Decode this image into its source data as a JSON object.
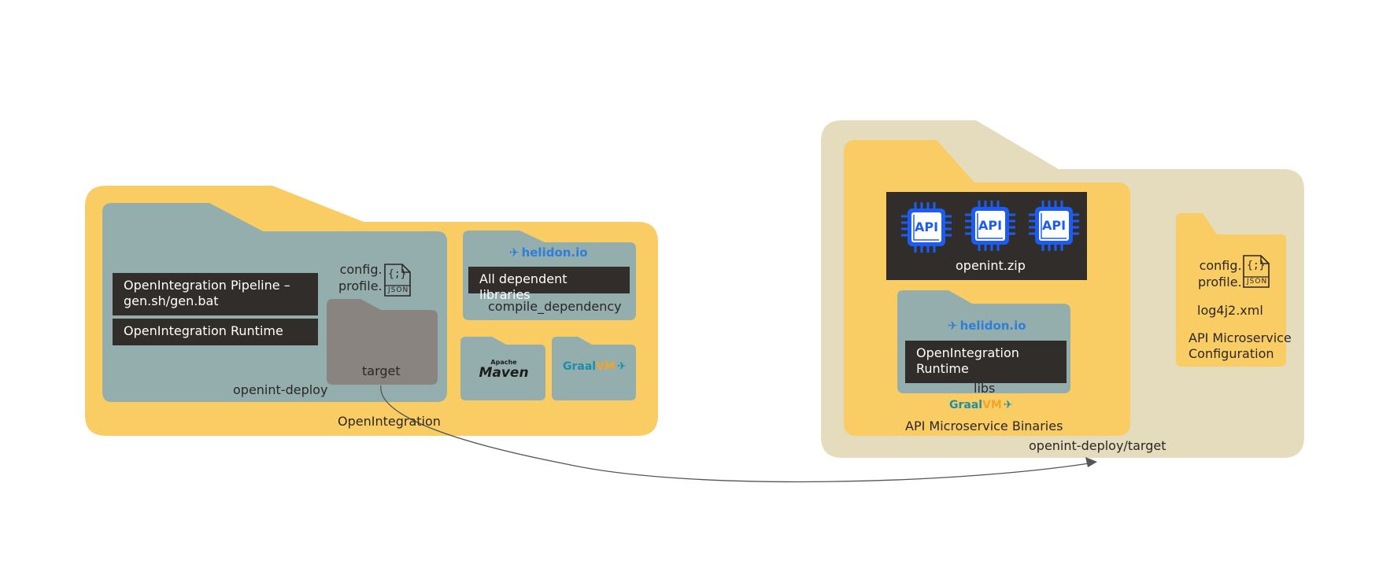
{
  "source": {
    "root_label": "OpenIntegration",
    "deploy": {
      "label": "openint-deploy",
      "pipeline_label": "OpenIntegration Pipeline – gen.sh/gen.bat",
      "pipeline_line1": "OpenIntegration Pipeline –",
      "pipeline_line2": "gen.sh/gen.bat",
      "runtime_label": "OpenIntegration Runtime",
      "config_line1": "config.",
      "config_line2": "profile.",
      "json_icon_text": "JSON",
      "json_icon_braces": "{;}",
      "target_label": "target"
    },
    "compile": {
      "helidon_logo": "helidon.io",
      "libraries_label": "All dependent libraries",
      "label": "compile_dependency"
    },
    "maven": {
      "apache": "Apache",
      "word": "Maven"
    },
    "graalvm": {
      "part1": "Graal",
      "part2": "VM"
    }
  },
  "target": {
    "label": "openint-deploy/target",
    "binaries": {
      "label": "API Microservice Binaries",
      "zip": {
        "chip_text": "API",
        "label": "openint.zip"
      },
      "libs": {
        "helidon_logo": "helidon.io",
        "runtime_line1": "OpenIntegration",
        "runtime_line2": "Runtime",
        "label": "libs"
      },
      "graalvm": {
        "part1": "Graal",
        "part2": "VM"
      }
    },
    "config": {
      "config_line1": "config.",
      "config_line2": "profile.",
      "json_icon_text": "JSON",
      "json_icon_braces": "{;}",
      "file": "log4j2.xml",
      "label_line1": "API Microservice",
      "label_line2": "Configuration"
    }
  },
  "colors": {
    "yellow": "#f9cd64",
    "slate": "#94adad",
    "grey": "#898480",
    "tan": "#e5dbbd",
    "dark": "#312d2a",
    "chip_blue": "#1d5cf0",
    "arrow": "#555555"
  }
}
